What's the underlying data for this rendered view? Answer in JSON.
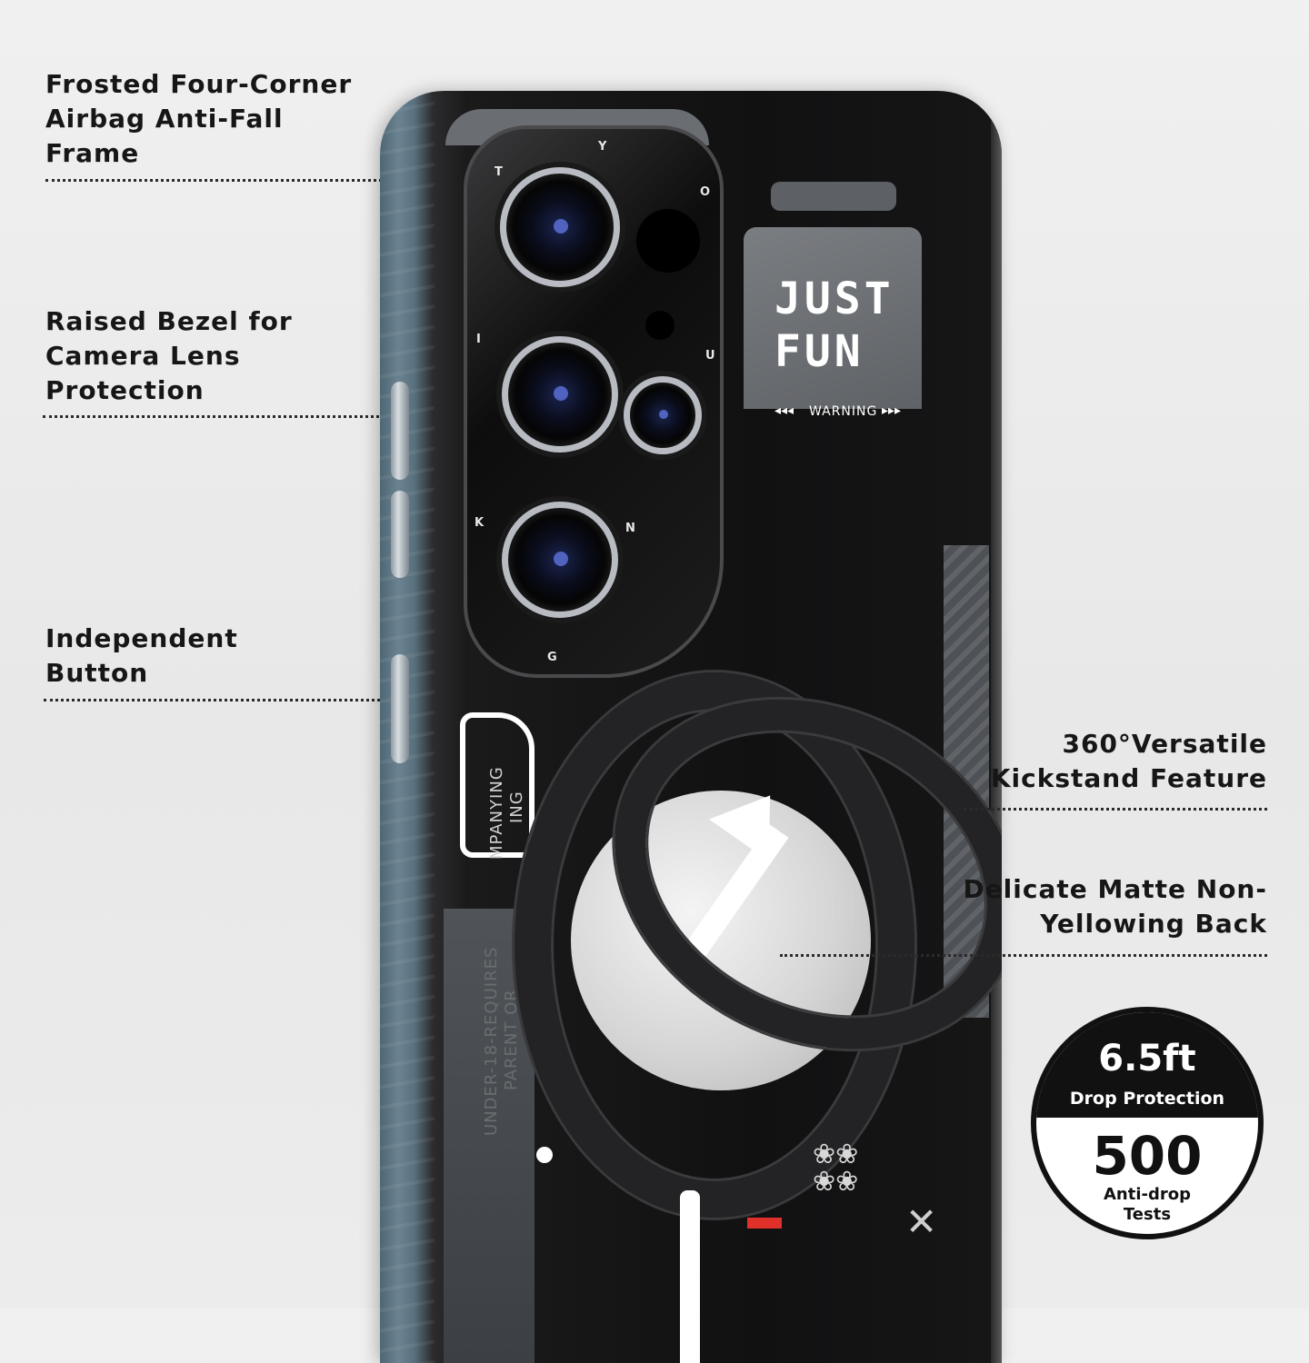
{
  "callouts": {
    "frame": [
      "Frosted Four-Corner",
      "Airbag Anti-Fall",
      "Frame"
    ],
    "bezel": [
      "Raised Bezel for",
      "Camera Lens",
      "Protection"
    ],
    "button": [
      "Independent",
      "Button"
    ],
    "kickstand": [
      "360°Versatile",
      "Kickstand Feature"
    ],
    "back": [
      "Delicate Matte Non-",
      "Yellowing Back"
    ]
  },
  "phone_print": {
    "headline": [
      "JUST",
      "FUN"
    ],
    "warning": "WARNING",
    "bezel_letters": [
      "T",
      "Y",
      "O",
      "I",
      "U",
      "K",
      "N",
      "G"
    ],
    "side_label": [
      "MPANYING",
      "ING"
    ],
    "fine_print": [
      "UNDER-18-REQUIRES",
      "PARENT OR"
    ]
  },
  "badge": {
    "height_value": "6.5ft",
    "height_label": "Drop Protection",
    "tests_value": "500",
    "tests_label": [
      "Anti-drop",
      "Tests"
    ]
  },
  "colors": {
    "accent_red": "#e0302a",
    "frame_blue": "#5a7280",
    "body_black": "#111112"
  }
}
